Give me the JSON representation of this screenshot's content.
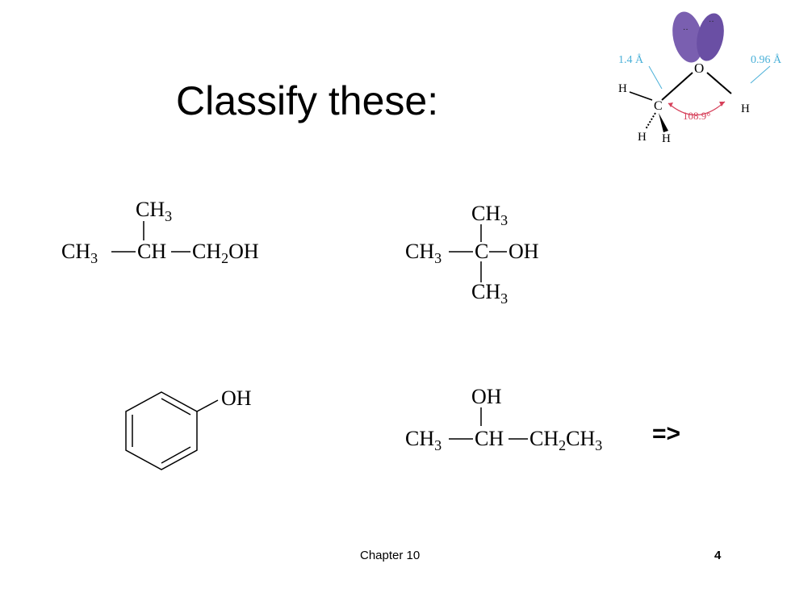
{
  "slide": {
    "title": "Classify these:",
    "next_label": "=>",
    "footer_chapter": "Chapter 10",
    "page_number": "4"
  },
  "figure": {
    "bond_length_co": "1.4 Å",
    "bond_length_oh": "0.96 Å",
    "bond_angle": "108.9°",
    "atom_o": "O",
    "atom_c": "C",
    "atom_h": "H",
    "colors": {
      "orbital": "#7a5fb0",
      "bond_blue": "#4ab0d8",
      "angle_red": "#d6405a"
    }
  },
  "structures": {
    "s1": {
      "top": "CH",
      "top_sub": "3",
      "left": "CH",
      "left_sub": "3",
      "center": "CH",
      "right_a": "CH",
      "right_sub": "2",
      "right_b": "OH"
    },
    "s2": {
      "top": "CH",
      "top_sub": "3",
      "left": "CH",
      "left_sub": "3",
      "center": "C",
      "right": "OH",
      "bottom": "CH",
      "bottom_sub": "3"
    },
    "s3": {
      "substituent": "OH"
    },
    "s4": {
      "top": "OH",
      "left": "CH",
      "left_sub": "3",
      "center": "CH",
      "right_a": "CH",
      "right_sub_a": "2",
      "right_b": "CH",
      "right_sub_b": "3"
    }
  }
}
